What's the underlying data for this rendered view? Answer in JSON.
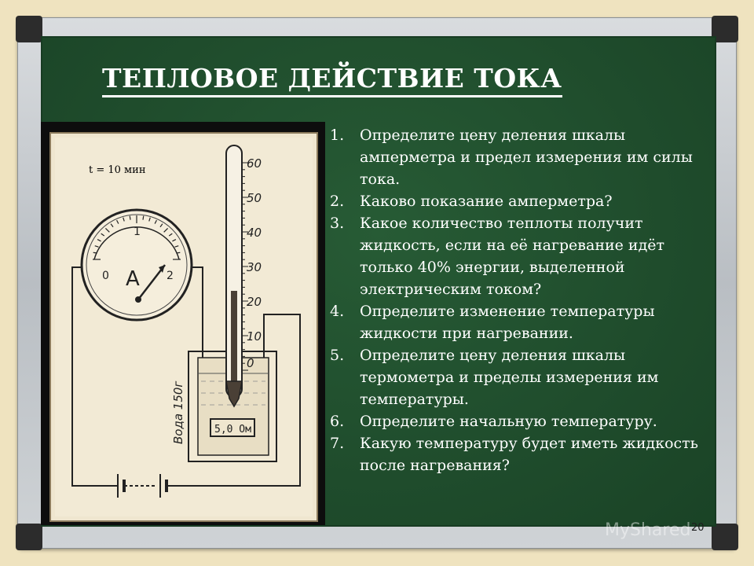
{
  "slide": {
    "title": "ТЕПЛОВОЕ ДЕЙСТВИЕ ТОКА",
    "page_number": "20",
    "watermark": "MyShared"
  },
  "figure": {
    "time_label": "t = 10 мин",
    "ammeter_symbol": "А",
    "ammeter_scale": [
      "0",
      "1",
      "2"
    ],
    "thermometer_scale": [
      "60",
      "50",
      "40",
      "30",
      "20",
      "10",
      "0"
    ],
    "water_label": "Вода 150г",
    "resistor_label": "5,0 Ом"
  },
  "questions": [
    {
      "num": "1.",
      "text": "Определите цену деления шкалы амперметра и предел измерения им силы тока."
    },
    {
      "num": "2.",
      "text": "Каково показание амперметра?"
    },
    {
      "num": "3.",
      "text": "Какое количество теплоты получит жидкость, если на её нагревание идёт только 40% энергии, выделенной электрическим током?"
    },
    {
      "num": "4.",
      "text": "Определите изменение температуры жидкости при нагревании."
    },
    {
      "num": "5.",
      "text": "Определите цену деления шкалы термометра и пределы измерения им температуры."
    },
    {
      "num": "6.",
      "text": "Определите начальную температуру."
    },
    {
      "num": "7.",
      "text": "Какую температуру будет иметь жидкость после нагревания?"
    }
  ]
}
